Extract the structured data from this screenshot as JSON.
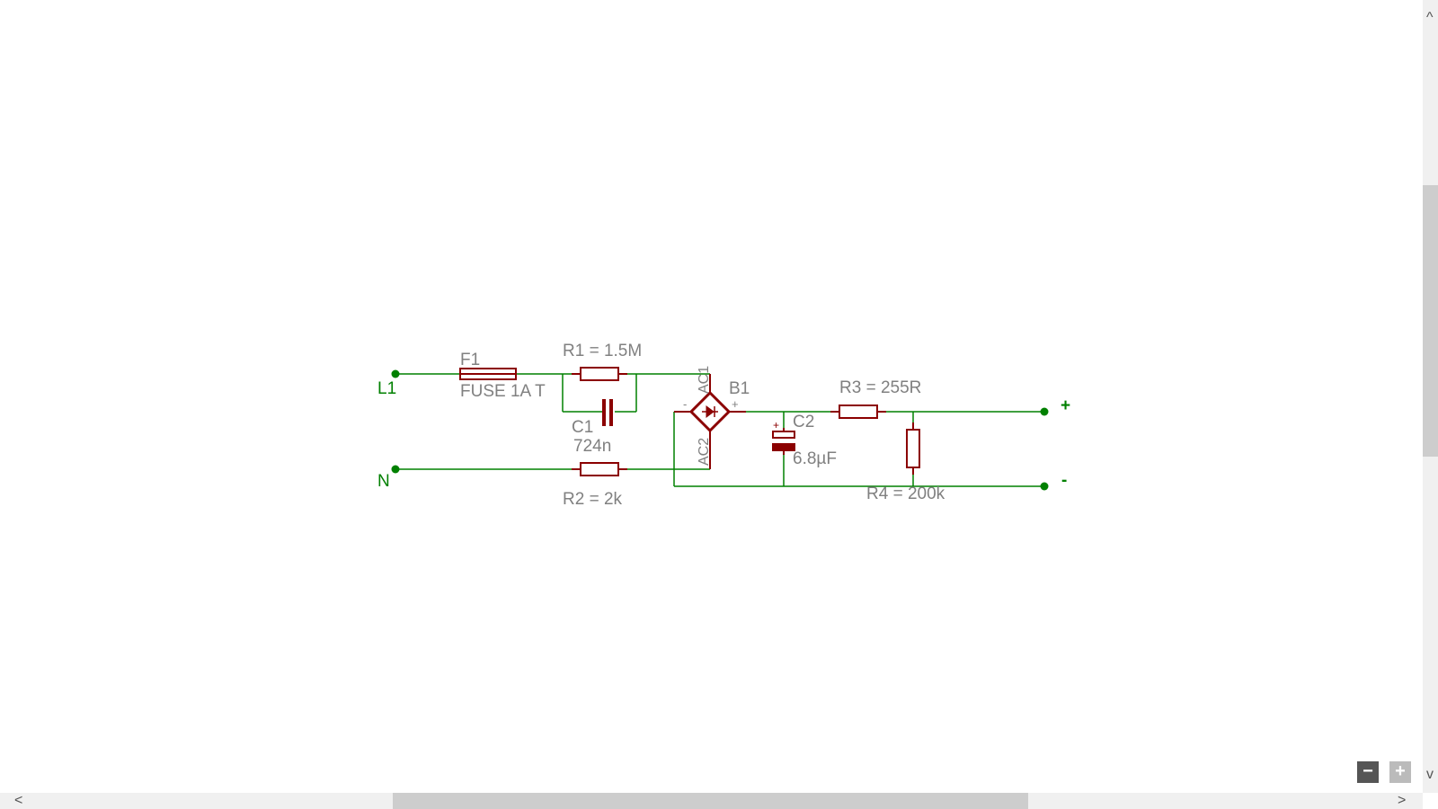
{
  "schematic": {
    "net_labels": {
      "l1": "L1",
      "n": "N",
      "plus": "+",
      "minus": "-"
    },
    "f1": {
      "name": "F1",
      "value": "FUSE 1A T"
    },
    "r1": {
      "label": "R1 = 1.5M"
    },
    "c1": {
      "name": "C1",
      "value": "724n"
    },
    "r2": {
      "label": "R2 = 2k"
    },
    "b1": {
      "name": "B1",
      "ac1": "AC1",
      "ac2": "AC2",
      "plus": "+",
      "minus": "-"
    },
    "c2": {
      "name": "C2",
      "value": "6.8µF",
      "polarity": "+"
    },
    "r3": {
      "label": "R3 = 255R"
    },
    "r4": {
      "label": "R4 = 200k"
    }
  },
  "scrollbars": {
    "up": "^",
    "down": "v",
    "left": "<",
    "right": ">"
  },
  "zoom": {
    "out": "−",
    "in": "+"
  },
  "colors": {
    "wire": "#008000",
    "part": "#8b0000",
    "text": "#808080"
  }
}
